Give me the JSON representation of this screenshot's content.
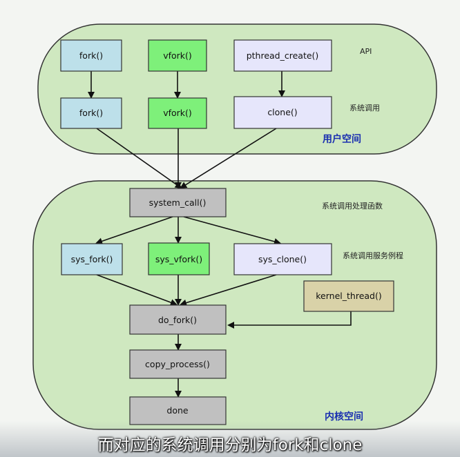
{
  "regions": {
    "user_space": "用户空间",
    "kernel_space": "内核空间"
  },
  "side_labels": {
    "api": "API",
    "syscall": "系统调用",
    "syscall_handler": "系统调用处理函数",
    "syscall_service": "系统调用服务例程"
  },
  "nodes": {
    "fork_api": "fork()",
    "vfork_api": "vfork()",
    "pthread_create": "pthread_create()",
    "fork_sys": "fork()",
    "vfork_sys": "vfork()",
    "clone_sys": "clone()",
    "system_call": "system_call()",
    "sys_fork": "sys_fork()",
    "sys_vfork": "sys_vfork()",
    "sys_clone": "sys_clone()",
    "kernel_thread": "kernel_thread()",
    "do_fork": "do_fork()",
    "copy_process": "copy_process()",
    "done": "done"
  },
  "colors": {
    "fork_node": "#bde0ea",
    "vfork_node": "#7ef07a",
    "clone_node": "#e6e6fb",
    "kernel_node": "#c0c0c0",
    "kernel_thread_node": "#d9d2a8",
    "region_fill": "#cfe8c0",
    "region_label": "#1a2fb0"
  },
  "subtitle": "而对应的系统调用分别为fork和clone"
}
